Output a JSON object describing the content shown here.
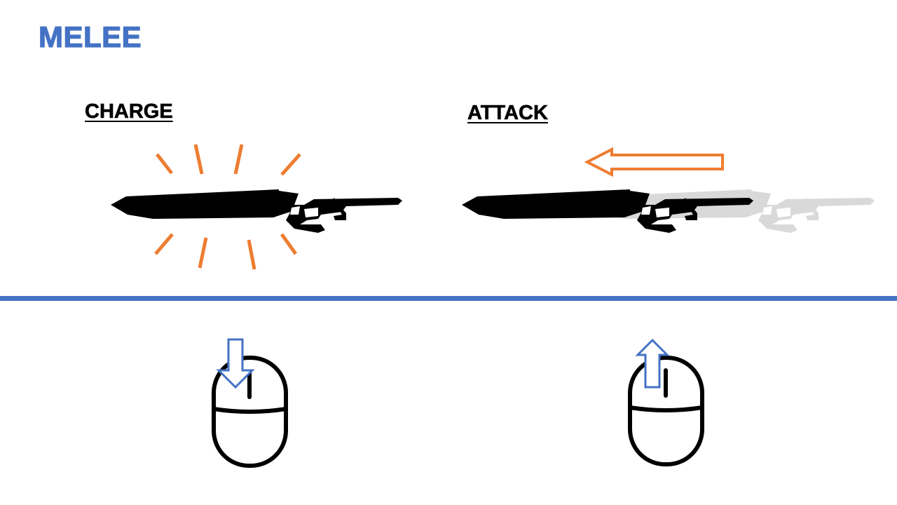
{
  "title": "MELEE",
  "panels": [
    {
      "id": "charge",
      "label": "CHARGE",
      "input": "mouse-button-press"
    },
    {
      "id": "attack",
      "label": "ATTACK",
      "input": "mouse-button-release"
    }
  ],
  "icons": {
    "weapon": "sword-gun-silhouette",
    "weapon_ghost": "sword-gun-afterimage",
    "charge_effect": "glow-burst-lines",
    "attack_direction": "left-arrow",
    "press": "down-arrow",
    "release": "up-arrow",
    "mouse": "mouse-icon"
  },
  "colors": {
    "accent": "#4472c4",
    "effect": "#ed7d31",
    "ink": "#000000",
    "ghost": "#d9d9d9"
  }
}
